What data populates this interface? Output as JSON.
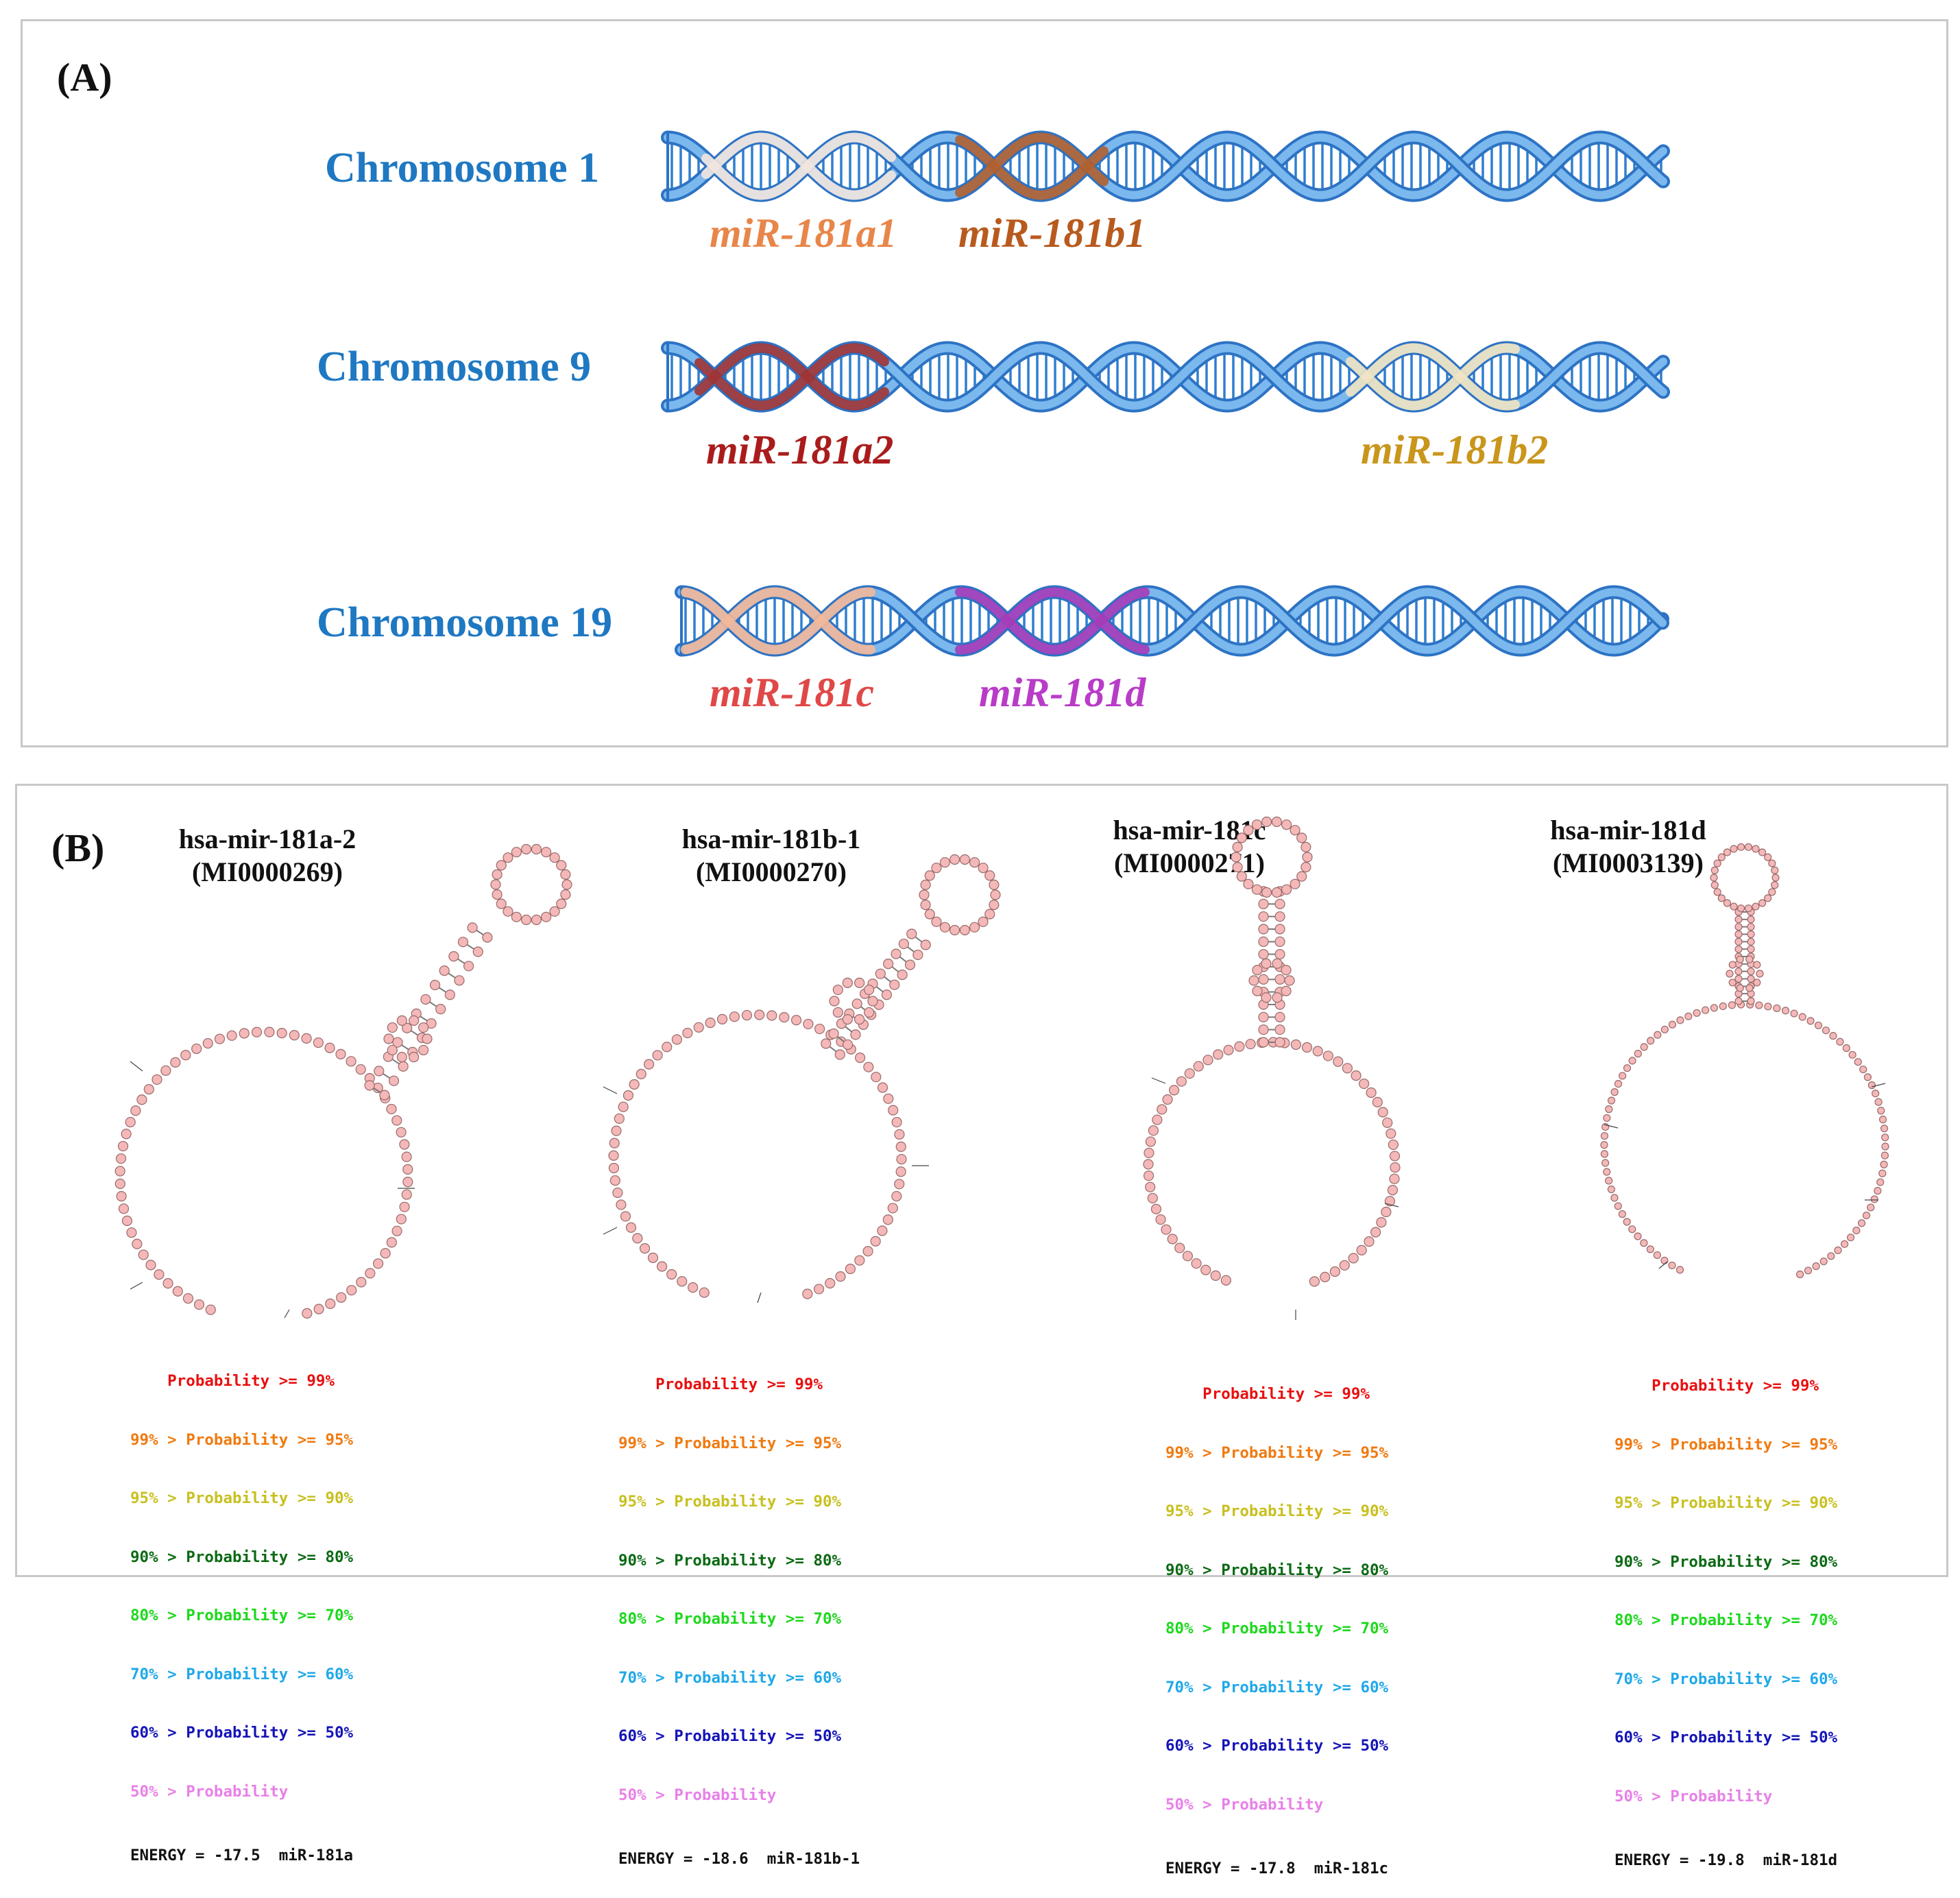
{
  "panelA": {
    "label": "(A)",
    "chromosomes": [
      {
        "name": "Chromosome 1",
        "mirs": [
          {
            "name": "miR-181a1",
            "color": "#e8864a",
            "band": "#f2e6df"
          },
          {
            "name": "miR-181b1",
            "color": "#b85a1e",
            "band": "#b06030"
          }
        ]
      },
      {
        "name": "Chromosome 9",
        "mirs": [
          {
            "name": "miR-181a2",
            "color": "#aa1c1c",
            "band": "#9e3434"
          },
          {
            "name": "miR-181b2",
            "color": "#c9961c",
            "band": "#efe4c2"
          }
        ]
      },
      {
        "name": "Chromosome 19",
        "mirs": [
          {
            "name": "miR-181c",
            "color": "#e04848",
            "band": "#f2b89a"
          },
          {
            "name": "miR-181d",
            "color": "#b83cc8",
            "band": "#a53cb8"
          }
        ]
      }
    ]
  },
  "panelB": {
    "label": "(B)",
    "structures": [
      {
        "title": "hsa-mir-181a-2",
        "accession": "(MI0000269)",
        "energy": "ENERGY = -17.5  miR-181a"
      },
      {
        "title": "hsa-mir-181b-1",
        "accession": "(MI0000270)",
        "energy": "ENERGY = -18.6  miR-181b-1"
      },
      {
        "title": "hsa-mir-181c",
        "accession": "(MI0000271)",
        "energy": "ENERGY = -17.8  miR-181c"
      },
      {
        "title": "hsa-mir-181d",
        "accession": "(MI0003139)",
        "energy": "ENERGY = -19.8  miR-181d"
      }
    ],
    "legend": [
      {
        "text": "    Probability >= 99%",
        "color": "#e81010"
      },
      {
        "text": "99% > Probability >= 95%",
        "color": "#f07a10"
      },
      {
        "text": "95% > Probability >= 90%",
        "color": "#c8c020"
      },
      {
        "text": "90% > Probability >= 80%",
        "color": "#0c6a14"
      },
      {
        "text": "80% > Probability >= 70%",
        "color": "#1ed81e"
      },
      {
        "text": "70% > Probability >= 60%",
        "color": "#20a8e8"
      },
      {
        "text": "60% > Probability >= 50%",
        "color": "#1414b8"
      },
      {
        "text": "50% > Probability",
        "color": "#e880e8"
      }
    ]
  }
}
